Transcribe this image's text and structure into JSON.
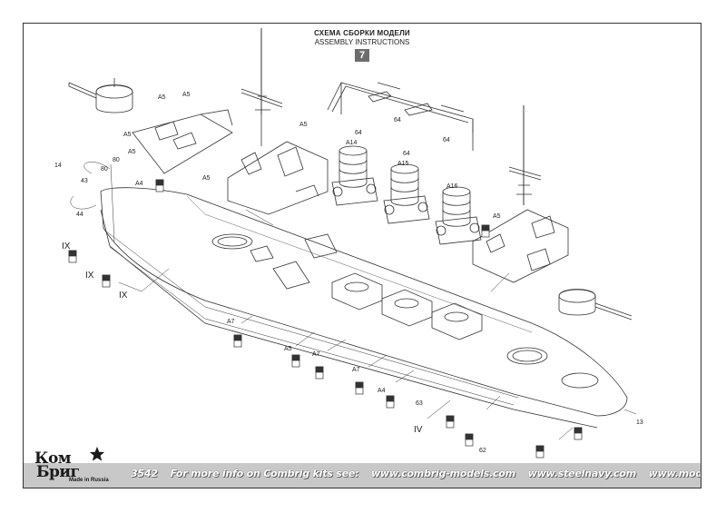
{
  "document": {
    "title_ru": "СХЕМА СБОРКИ МОДЕЛИ",
    "title_en": "ASSEMBLY INSTRUCTIONS",
    "step": "7"
  },
  "callouts": {
    "a5": "A5",
    "a4": "A4",
    "a7": "A7",
    "a14": "A14",
    "a15": "A15",
    "a16": "A16",
    "n64": "64",
    "n80": "80",
    "n43": "43",
    "n44": "44",
    "n14": "14",
    "n13": "13",
    "n63": "63",
    "n62": "62",
    "ix": "IX",
    "iv": "IV"
  },
  "logo": {
    "line1": "Ком",
    "line2": "Бриг",
    "sub": "Made in Russia"
  },
  "footer": {
    "code": "3542",
    "info": "For more info on Combrig kits see:",
    "site1": "www.combrig-models.com",
    "site2": "www.steelnavy.com",
    "site3": "www.modelwarships.com"
  },
  "colors": {
    "line": "#333333",
    "footer_bg": "#c8c8c8",
    "step_box": "#6d6d6d"
  }
}
